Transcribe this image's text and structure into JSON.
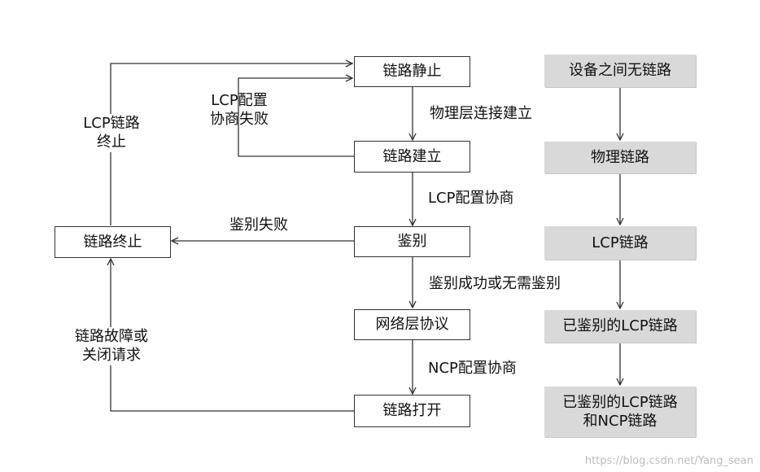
{
  "flow": {
    "link_dead": "链路静止",
    "link_establish": "链路建立",
    "authenticate": "鉴别",
    "network_protocol": "网络层协议",
    "link_open": "链路打开",
    "link_terminate": "链路终止"
  },
  "edges": {
    "physical_established": "物理层连接建立",
    "lcp_negotiation": "LCP配置协商",
    "auth_success_or_none": "鉴别成功或无需鉴别",
    "ncp_negotiation": "NCP配置协商",
    "auth_failed": "鉴别失败",
    "lcp_failed_line1": "LCP配置",
    "lcp_failed_line2": "协商失败",
    "lcp_terminate_line1": "LCP链路",
    "lcp_terminate_line2": "终止",
    "fault_line1": "链路故障或",
    "fault_line2": "关闭请求"
  },
  "states": {
    "no_link": "设备之间无链路",
    "physical_link": "物理链路",
    "lcp_link": "LCP链路",
    "auth_lcp_link": "已鉴别的LCP链路",
    "full_line1": "已鉴别的LCP链路",
    "full_line2": "和NCP链路"
  },
  "watermark": "https://blog.csdn.net/Yang_sean"
}
